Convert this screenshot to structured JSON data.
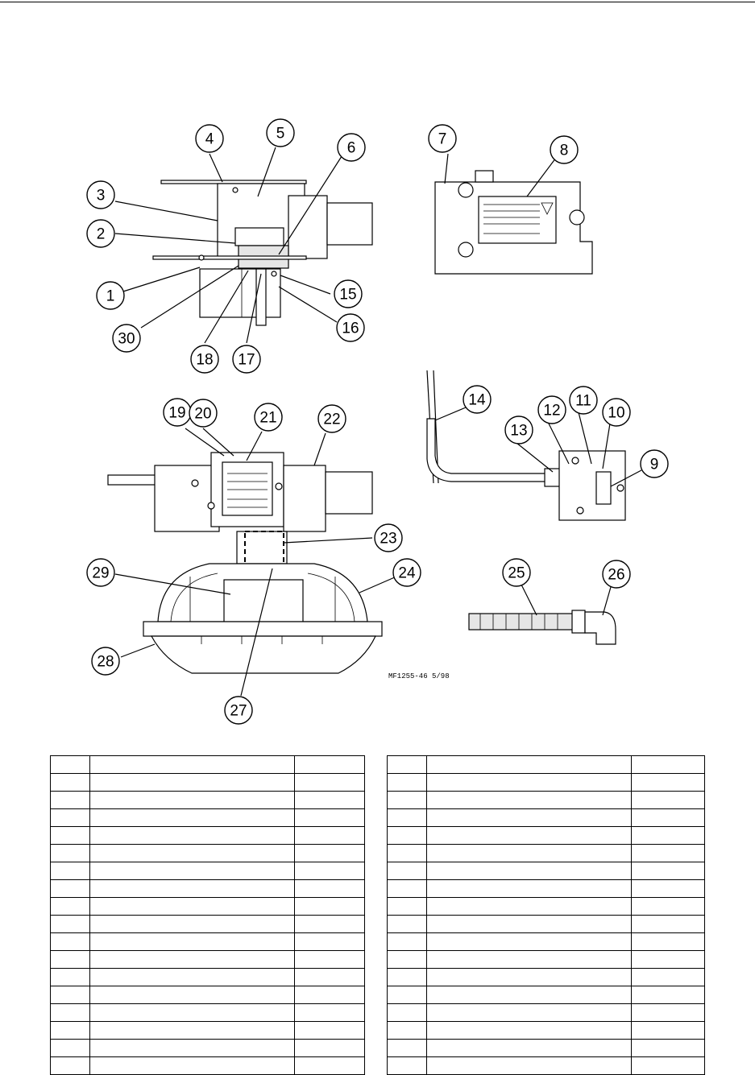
{
  "drawing_number": "MF1255-46 5/98",
  "callouts": [
    "1",
    "2",
    "3",
    "4",
    "5",
    "6",
    "7",
    "8",
    "9",
    "10",
    "11",
    "12",
    "13",
    "14",
    "15",
    "16",
    "17",
    "18",
    "19",
    "20",
    "21",
    "22",
    "23",
    "24",
    "25",
    "26",
    "27",
    "28",
    "29",
    "30"
  ],
  "tables": {
    "left_rows": 18,
    "right_rows": 18
  },
  "colors": {
    "line": "#000000",
    "background": "#ffffff",
    "shading": "#e6e6e6"
  }
}
